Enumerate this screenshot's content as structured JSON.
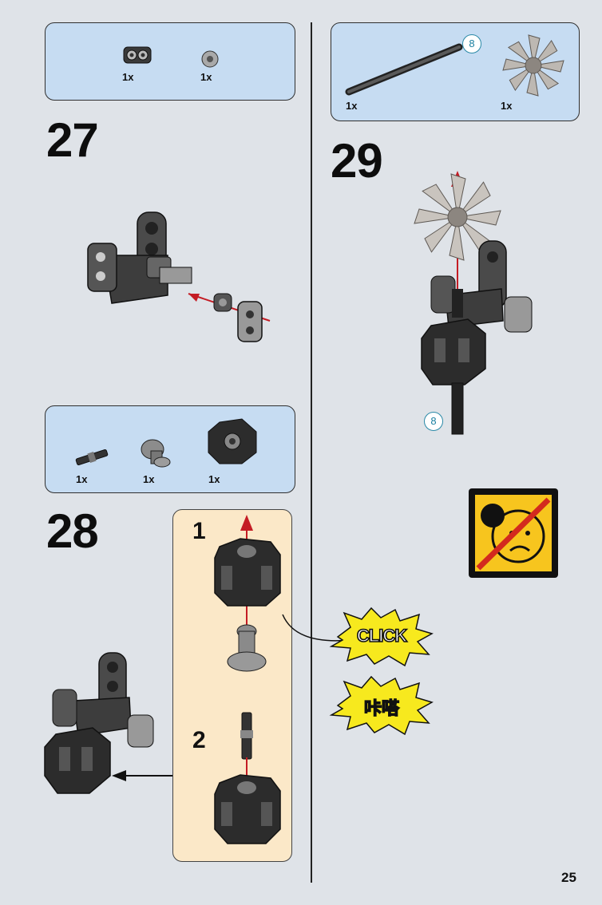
{
  "steps": {
    "s27": {
      "number": "27",
      "parts": [
        {
          "qty": "1x",
          "icon": "technic-pin-connector-icon"
        },
        {
          "qty": "1x",
          "icon": "bushing-icon"
        }
      ]
    },
    "s28": {
      "number": "28",
      "parts": [
        {
          "qty": "1x",
          "icon": "axle-pin-icon"
        },
        {
          "qty": "1x",
          "icon": "shooter-core-icon"
        },
        {
          "qty": "1x",
          "icon": "octagonal-hub-icon"
        }
      ],
      "substeps": [
        {
          "number": "1"
        },
        {
          "number": "2"
        }
      ]
    },
    "s29": {
      "number": "29",
      "parts": [
        {
          "qty": "1x",
          "icon": "axle-icon",
          "callout": "8"
        },
        {
          "qty": "1x",
          "icon": "spinner-blade-icon"
        }
      ],
      "callout": "8"
    }
  },
  "click_label": "CLICK",
  "click_label_cn": "咔嗒",
  "warning_icon": "no-face-projectile-warning-icon",
  "page_number": "25",
  "colors": {
    "parts_box": "#c6dcf2",
    "subpanel": "#fbe8c8",
    "background": "#dfe3e8",
    "warning_yellow": "#f7c51e",
    "arrow_red": "#c41c24",
    "callout_blue": "#1a7fa0"
  }
}
